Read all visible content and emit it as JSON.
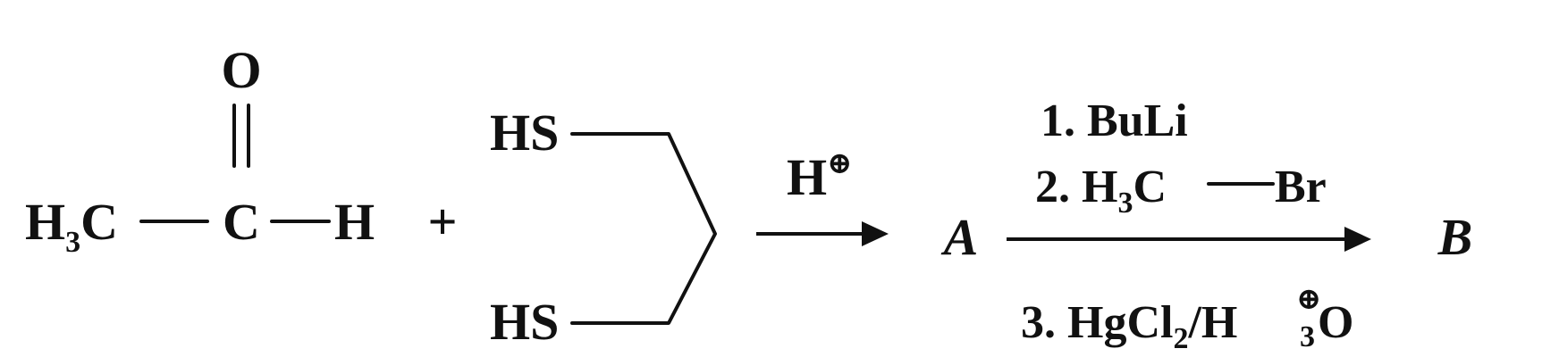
{
  "reaction": {
    "reactant1": {
      "carbonyl_o": "O",
      "methyl_h": "H",
      "methyl_sub": "3",
      "methyl_c": "C",
      "central_c": "C",
      "aldehyde_h": "H"
    },
    "plus": "+",
    "reactant2": {
      "thiol_top": "HS",
      "thiol_bottom": "HS"
    },
    "step1": {
      "reagent": "H",
      "reagent_charge": "⊕"
    },
    "intermediate": "A",
    "step2": {
      "line1": "1. BuLi",
      "line2_prefix": "2. H",
      "line2_sub": "3",
      "line2_c": "C",
      "line2_br": "Br",
      "line3_prefix": "3. HgCl",
      "line3_sub1": "2",
      "line3_slash_h": "/H",
      "line3_sub2": "3",
      "line3_charge": "⊕",
      "line3_o": "O"
    },
    "product": "B"
  },
  "colors": {
    "ink": "#111111",
    "background": "#ffffff"
  }
}
